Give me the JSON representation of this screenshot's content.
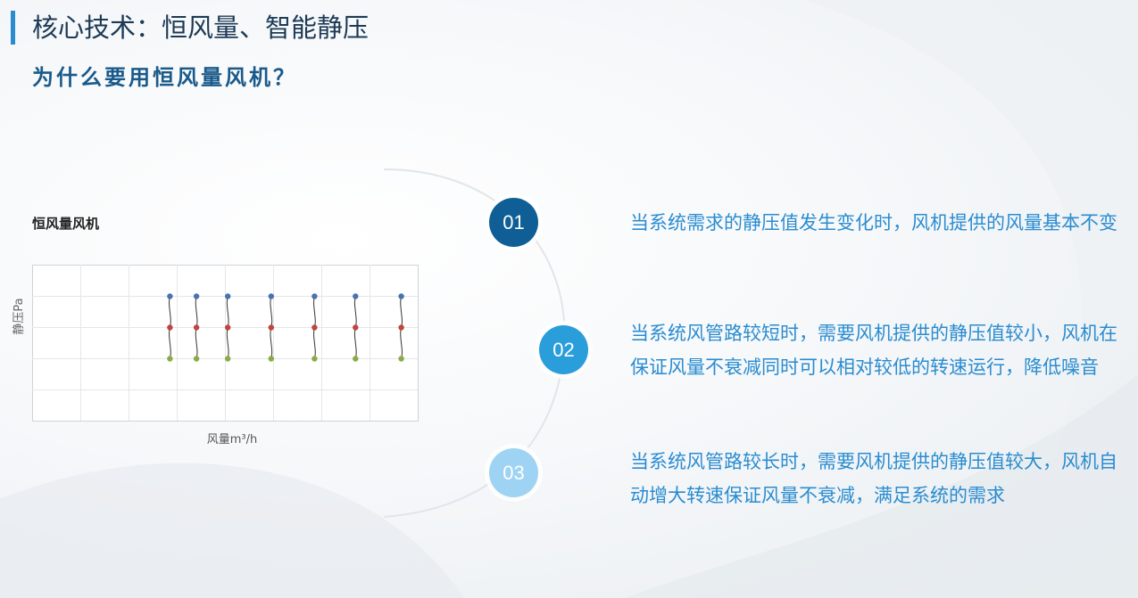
{
  "header": {
    "title": "核心技术：恒风量、智能静压",
    "subtitle": "为什么要用恒风量风机？"
  },
  "chart_data": {
    "type": "scatter",
    "title": "恒风量风机",
    "xlabel": "风量m³/h",
    "ylabel": "静压Pa",
    "grid": true,
    "series": [
      {
        "x": [
          2.85,
          3.4,
          4.05,
          4.95,
          5.85,
          6.7,
          7.65
        ],
        "y": [
          4,
          4,
          4,
          4,
          4,
          4,
          4
        ],
        "color": "#4a72b0"
      },
      {
        "x": [
          2.85,
          3.4,
          4.05,
          4.95,
          5.85,
          6.7,
          7.65
        ],
        "y": [
          3,
          3,
          3,
          3,
          3,
          3,
          3
        ],
        "color": "#c0453c"
      },
      {
        "x": [
          2.85,
          3.4,
          4.05,
          4.95,
          5.85,
          6.7,
          7.65
        ],
        "y": [
          2,
          2,
          2,
          2,
          2,
          2,
          2
        ],
        "color": "#8aab47"
      }
    ]
  },
  "steps": [
    {
      "num": "01",
      "text": "当系统需求的静压值发生变化时，风机提供的风量基本不变",
      "color": "#0f5f96"
    },
    {
      "num": "02",
      "text_line1": "当系统风管路较短时，需要风机提供的静压值较小，风机在",
      "text_line2": "保证风量不衰减同时可以相对较低的转速运行，降低噪音",
      "color": "#2a9ddb"
    },
    {
      "num": "03",
      "text_line1": "当系统风管路较长时，需要风机提供的静压值较大，风机自",
      "text_line2": "动增大转速保证风量不衰减，满足系统的需求",
      "color": "#9fd3f3"
    }
  ]
}
